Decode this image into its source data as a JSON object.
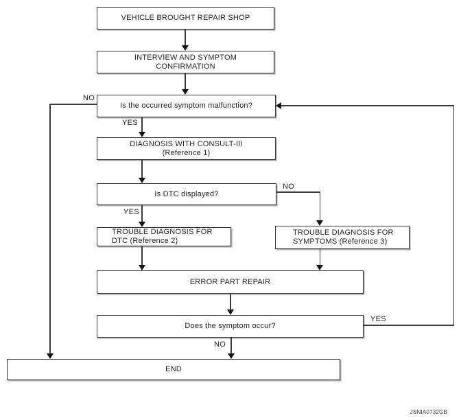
{
  "figure_code": "JSNIA0732GB",
  "colors": {
    "line": "#3a3a3a",
    "box_border": "#383838",
    "text": "#222222",
    "background": "#ffffff"
  },
  "nodes": {
    "vehicle": {
      "line1": "VEHICLE BROUGHT REPAIR SHOP"
    },
    "interview": {
      "line1": "INTERVIEW AND SYMPTOM",
      "line2": "CONFIRMATION"
    },
    "malfunction_q": {
      "line1": "Is the occurred symptom malfunction?"
    },
    "consult": {
      "line1": "DIAGNOSIS WITH CONSULT-III",
      "line2": "(Reference 1)"
    },
    "dtc_q": {
      "line1": "Is DTC displayed?"
    },
    "diag_dtc": {
      "line1": "TROUBLE DIAGNOSIS FOR",
      "line2": "DTC (Reference 2)"
    },
    "diag_symptoms": {
      "line1": "TROUBLE DIAGNOSIS FOR",
      "line2": "SYMPTOMS (Reference 3)"
    },
    "repair": {
      "line1": "ERROR PART REPAIR"
    },
    "occur_q": {
      "line1": "Does the symptom occur?"
    },
    "end": {
      "line1": "END"
    }
  },
  "edge_labels": {
    "malfunction_no": "NO",
    "malfunction_yes": "YES",
    "dtc_yes": "YES",
    "dtc_no": "NO",
    "occur_yes": "YES",
    "occur_no": "NO"
  }
}
